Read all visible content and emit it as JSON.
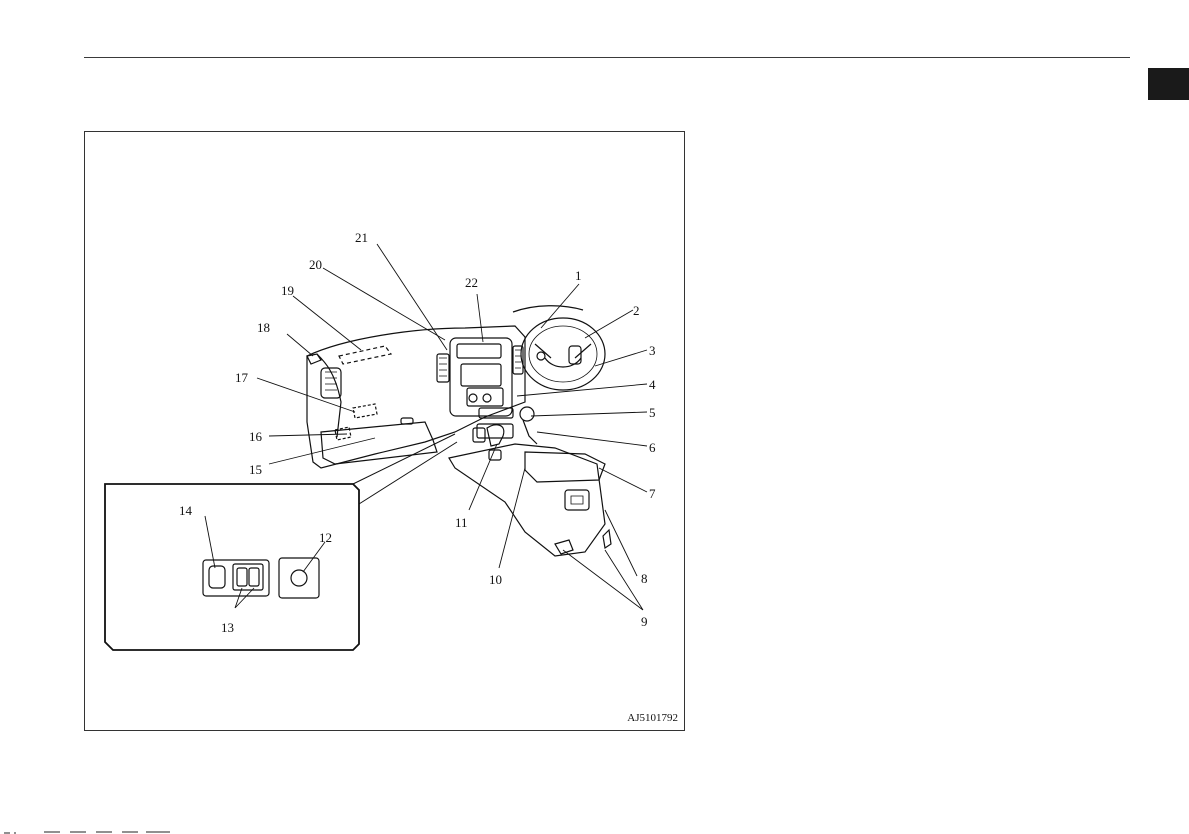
{
  "figure": {
    "code": "AJ5101792",
    "callouts": [
      "1",
      "2",
      "3",
      "4",
      "5",
      "6",
      "7",
      "8",
      "9",
      "10",
      "11",
      "12",
      "13",
      "14",
      "15",
      "16",
      "17",
      "18",
      "19",
      "20",
      "21",
      "22"
    ]
  },
  "colors": {
    "line": "#111111",
    "frame": "#333333",
    "tab": "#1a1a1a"
  }
}
